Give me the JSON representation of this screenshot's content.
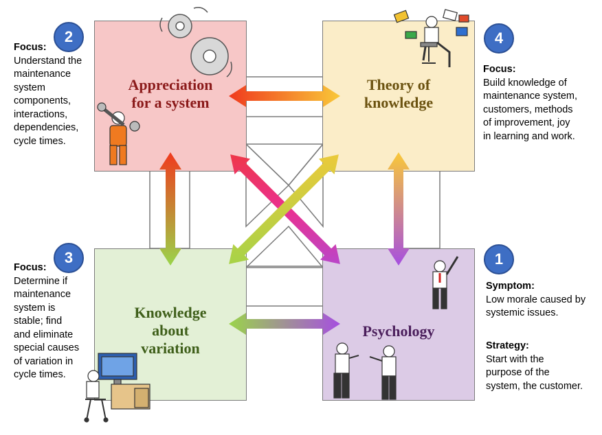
{
  "quadrants": {
    "appreciation": {
      "title_line1": "Appreciation",
      "title_line2": "for a system",
      "color": "#f7c7c7",
      "title_color": "#8b1a1a"
    },
    "theory": {
      "title_line1": "Theory of",
      "title_line2": "knowledge",
      "color": "#fbedc8",
      "title_color": "#6b5210"
    },
    "variation": {
      "title_line1": "Knowledge",
      "title_line2": "about",
      "title_line3": "variation",
      "color": "#e3f0d6",
      "title_color": "#3f5f1a"
    },
    "psychology": {
      "title_line1": "Psychology",
      "color": "#dccbe6",
      "title_color": "#4b1f5c"
    }
  },
  "badges": {
    "b1": "1",
    "b2": "2",
    "b3": "3",
    "b4": "4"
  },
  "notes": {
    "n2": {
      "head": "Focus:",
      "body": "Understand the\nmaintenance\nsystem\ncomponents,\ninteractions,\ndependencies,\ncycle times."
    },
    "n4": {
      "head": "Focus:",
      "body": "Build knowledge of\nmaintenance system,\ncustomers, methods\nof improvement, joy\nin learning and work."
    },
    "n3": {
      "head": "Focus:",
      "body": "Determine if\nmaintenance\nsystem is\nstable; find\nand eliminate\nspecial causes\nof variation in\ncycle times."
    },
    "n1_symptom": {
      "head": "Symptom:",
      "body": "Low morale caused by\nsystemic issues."
    },
    "n1_strategy": {
      "head": "Strategy:",
      "body": "Start with the\npurpose of the\nsystem, the customer."
    }
  },
  "icons": [
    "gears-icon",
    "mechanic-icon",
    "reader-with-books-icon",
    "computer-worker-icon",
    "cheering-person-icon",
    "two-people-talking-icon"
  ],
  "colors": {
    "badge": "#3e6ec4",
    "arrow_red": "#f04020",
    "arrow_yellow": "#f8c630",
    "arrow_green": "#9ad44a",
    "arrow_purple": "#a64fe0",
    "arrow_magenta": "#e8308a"
  }
}
